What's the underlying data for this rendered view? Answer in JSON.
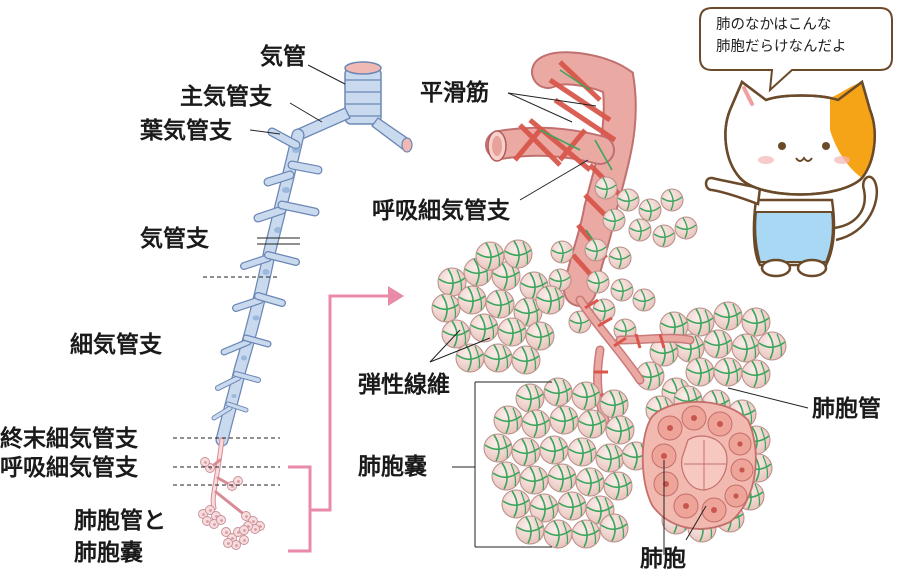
{
  "labels": {
    "trachea": "気管",
    "main_bronchus": "主気管支",
    "lobar_bronchus": "葉気管支",
    "bronchus": "気管支",
    "bronchiole": "細気管支",
    "terminal_bronchiole": "終末細気管支",
    "respiratory_bronchiole_left": "呼吸細気管支",
    "alveolar_duct_and_sac_line1": "肺胞管と",
    "alveolar_duct_and_sac_line2": "肺胞嚢",
    "smooth_muscle": "平滑筋",
    "respiratory_bronchiole_right": "呼吸細気管支",
    "elastic_fiber": "弾性線維",
    "alveolar_sac": "肺胞嚢",
    "alveolar_duct": "肺胞管",
    "alveolus": "肺胞"
  },
  "speech_bubble": {
    "line1": "肺のなかはこんな",
    "line2": "肺胞だらけなんだよ"
  },
  "colors": {
    "airway_fill": "#c9d9ee",
    "airway_stroke": "#6b87b5",
    "alveolus_fill": "#f3d9d4",
    "elastic_fiber": "#3aa65c",
    "smooth_muscle": "#d9574b",
    "arrow": "#e88aa8",
    "cat_orange": "#f4a416",
    "cat_shirt": "#a9d8f5"
  }
}
